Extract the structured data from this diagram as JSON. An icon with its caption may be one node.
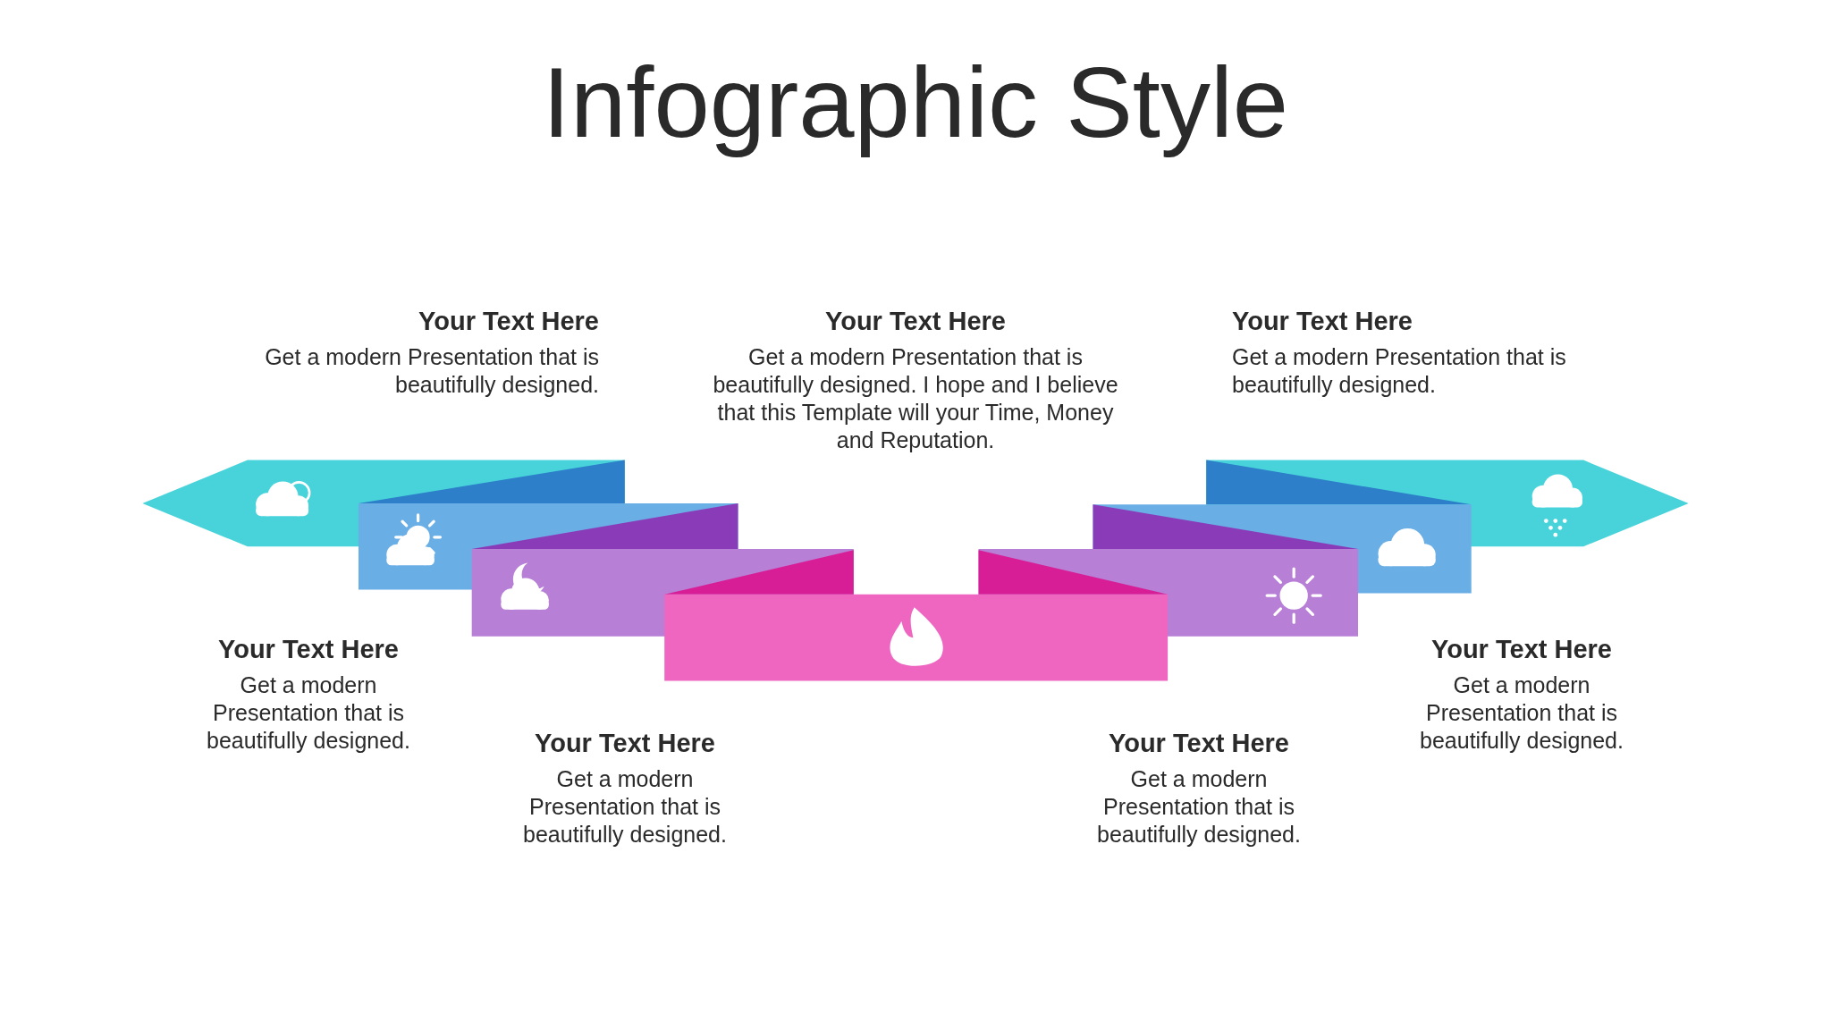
{
  "diagram": {
    "title": "Infographic Style",
    "labels": [
      "Your Text Here",
      "Get a modern Presentation that is beautifully designed.",
      "Your Text Here",
      "Get a modern Presentation that is beautifully designed. I hope and I believe that this Template will your Time, Money and Reputation.",
      "Your Text Here",
      "Get a modern Presentation that is beautifully designed.",
      "Your Text Here",
      "Get a modern Presentation that is beautifully designed.",
      "Your Text Here",
      "Get a modern Presentation that is beautifully designed.",
      "Your Text Here",
      "Get a modern Presentation that is beautifully designed.",
      "Your Text Here",
      "Get a modern Presentation that is beautifully designed."
    ]
  }
}
